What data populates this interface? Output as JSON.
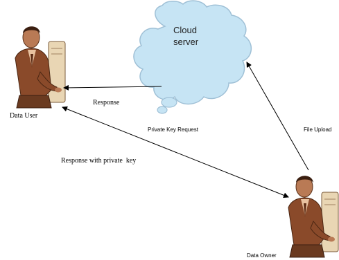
{
  "diagram": {
    "cloud": {
      "line1": "Cloud",
      "line2": "server",
      "fill": "#c6e4f4",
      "stroke": "#9fc0d6"
    },
    "actors": {
      "user_label": "Data User",
      "owner_label": "Data Owner",
      "skin_color": "#b97a55",
      "suit_color": "#8a4a2a",
      "shirt_color": "#e8c2a0",
      "computer_color": "#e9d6b4"
    },
    "edges": {
      "response": "Response",
      "private_key_request": "Private Key Request",
      "file_upload": "File Upload",
      "response_with_key": "Response with private  key"
    },
    "arrow_color": "#000000"
  }
}
